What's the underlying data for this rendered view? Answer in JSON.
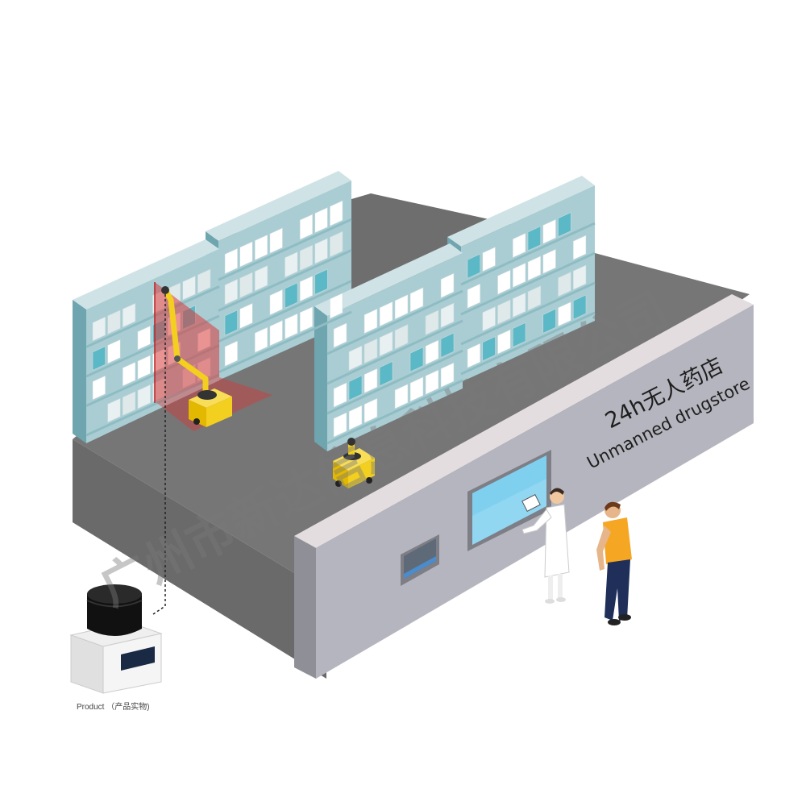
{
  "wall": {
    "title": "24h无人药店",
    "subtitle": "Unmanned drugstore"
  },
  "product_caption": "Product （产品实物)",
  "watermark": "广州市新达信息科技有限公司",
  "colors": {
    "shelf_front": "#a9cdd3",
    "shelf_side": "#6fa5ae",
    "floor": "#6f6f6f",
    "wall_face": "#b5b5bf",
    "robot_yellow": "#f3cf1f",
    "laser_red": "#d83a3a",
    "screen_blue": "#7fd0ef"
  },
  "icons": [
    "lidar-sensor-icon",
    "robot-arm-icon",
    "pharmacist-figure",
    "customer-figure"
  ]
}
